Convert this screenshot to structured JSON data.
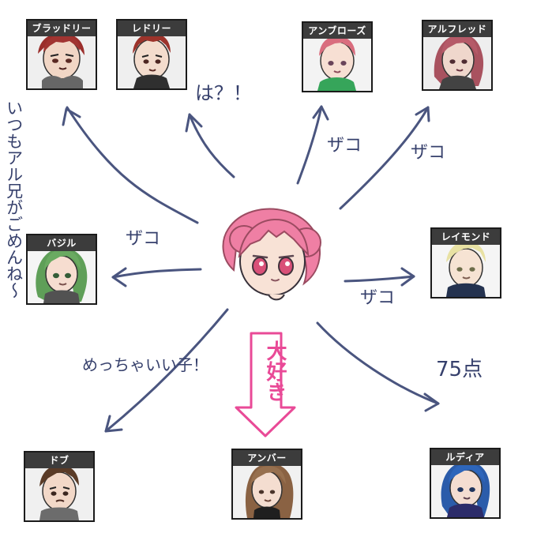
{
  "characters": {
    "bradley": {
      "name": "ブラッドリー"
    },
    "ledley": {
      "name": "レドリー"
    },
    "ambrose": {
      "name": "アンブローズ"
    },
    "alfred": {
      "name": "アルフレッド"
    },
    "basil": {
      "name": "バジル"
    },
    "raymond": {
      "name": "レイモンド"
    },
    "dove": {
      "name": "ドブ"
    },
    "amber": {
      "name": "アンバー"
    },
    "ludia": {
      "name": "ルディア"
    }
  },
  "relations": {
    "bradley": "いつもアル兄がごめんね～",
    "ledley": "は？！",
    "ambrose": "ザコ",
    "alfred": "ザコ",
    "basil": "ザコ",
    "raymond": "ザコ",
    "dove": "めっちゃいい子！",
    "amber": "大好き",
    "ludia": "75点"
  },
  "colors": {
    "arrow": "#4a557f",
    "highlight": "#e94a97",
    "centre_hair": "#ef7fa4",
    "label_bar": "#3c3c3c"
  },
  "icons": {
    "centre": "pink-haired-girl-icon",
    "arrow": "hand-drawn-arrow-icon"
  }
}
